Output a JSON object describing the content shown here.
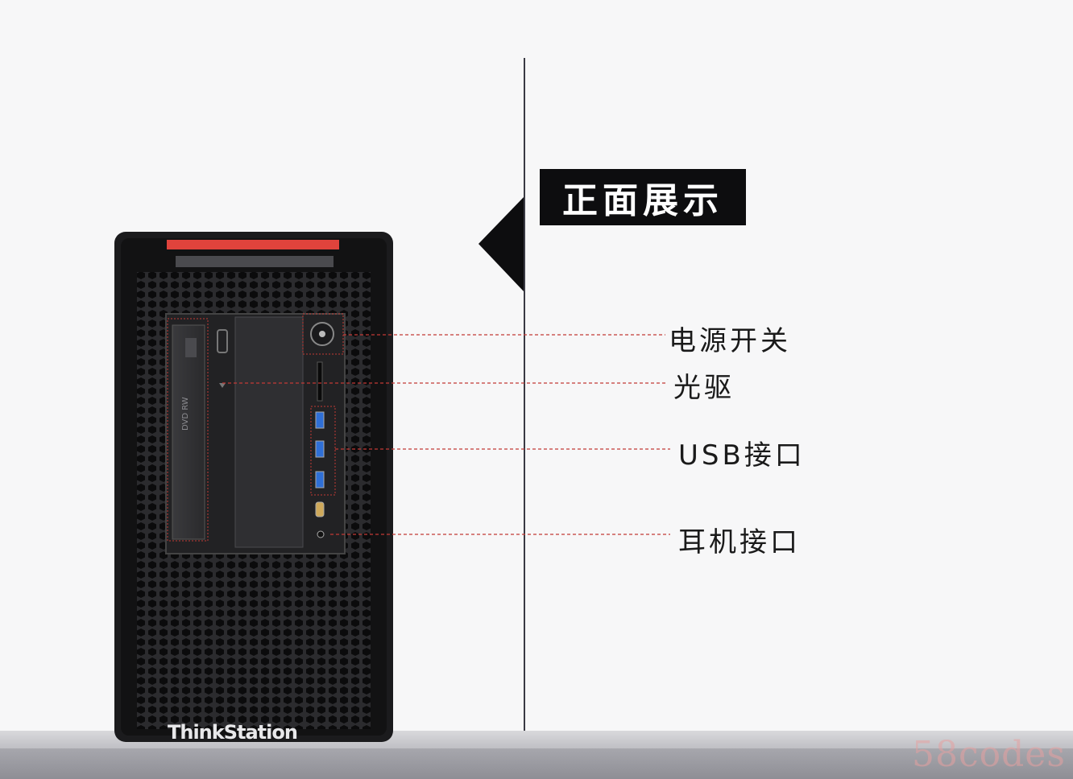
{
  "title": "正面展示",
  "callouts": {
    "power": "电源开关",
    "optical": "光驱",
    "usb": "USB接口",
    "headphone": "耳机接口"
  },
  "brand": "ThinkStation",
  "watermark": "58codes",
  "colors": {
    "accent_red": "#e0433c",
    "case_black": "#1b1b1d",
    "title_bg": "#0d0d0f",
    "usb_blue": "#2f6fd6"
  }
}
